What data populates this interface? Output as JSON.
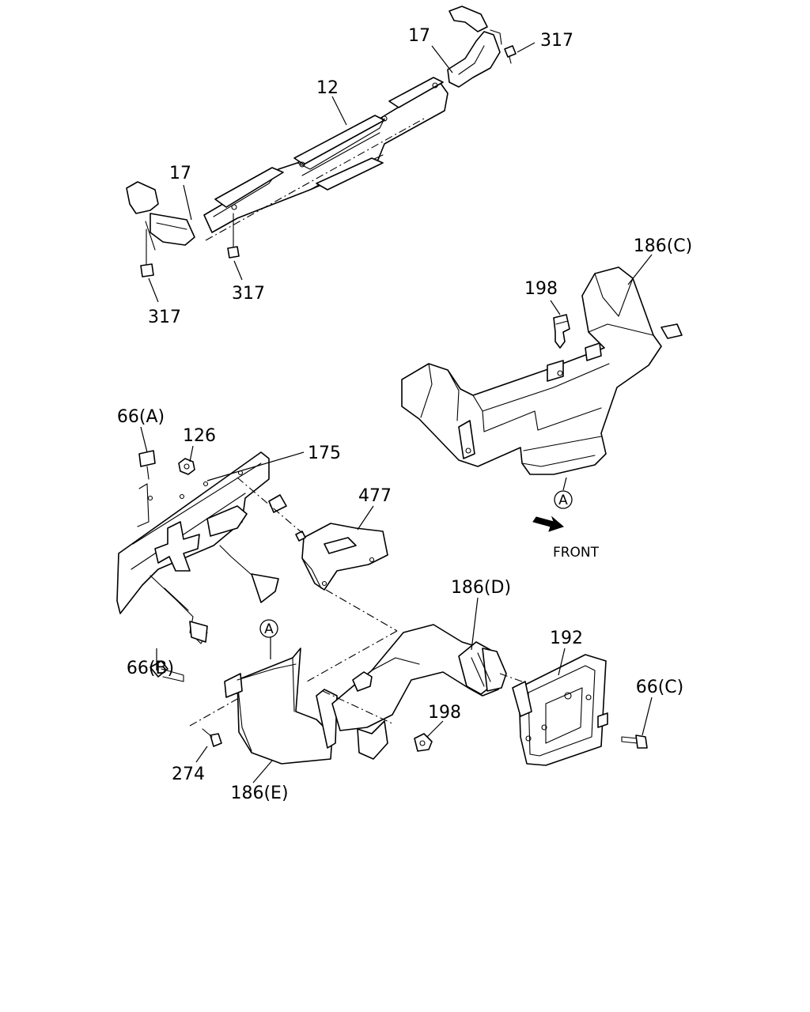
{
  "diagram": {
    "labels": {
      "l17_top": "17",
      "l317_top": "317",
      "l12": "12",
      "l17_left": "17",
      "l317_mid": "317",
      "l317_left": "317",
      "l186c": "186(C)",
      "l198_top": "198",
      "l66a": "66(A)",
      "l126": "126",
      "l175": "175",
      "l477": "477",
      "l186d": "186(D)",
      "l192": "192",
      "l66c": "66(C)",
      "l66b": "66(B)",
      "l198_bot": "198",
      "l274": "274",
      "l186e": "186(E)",
      "front": "FRONT",
      "ref_a_top": "A",
      "ref_a_bot": "A"
    }
  }
}
